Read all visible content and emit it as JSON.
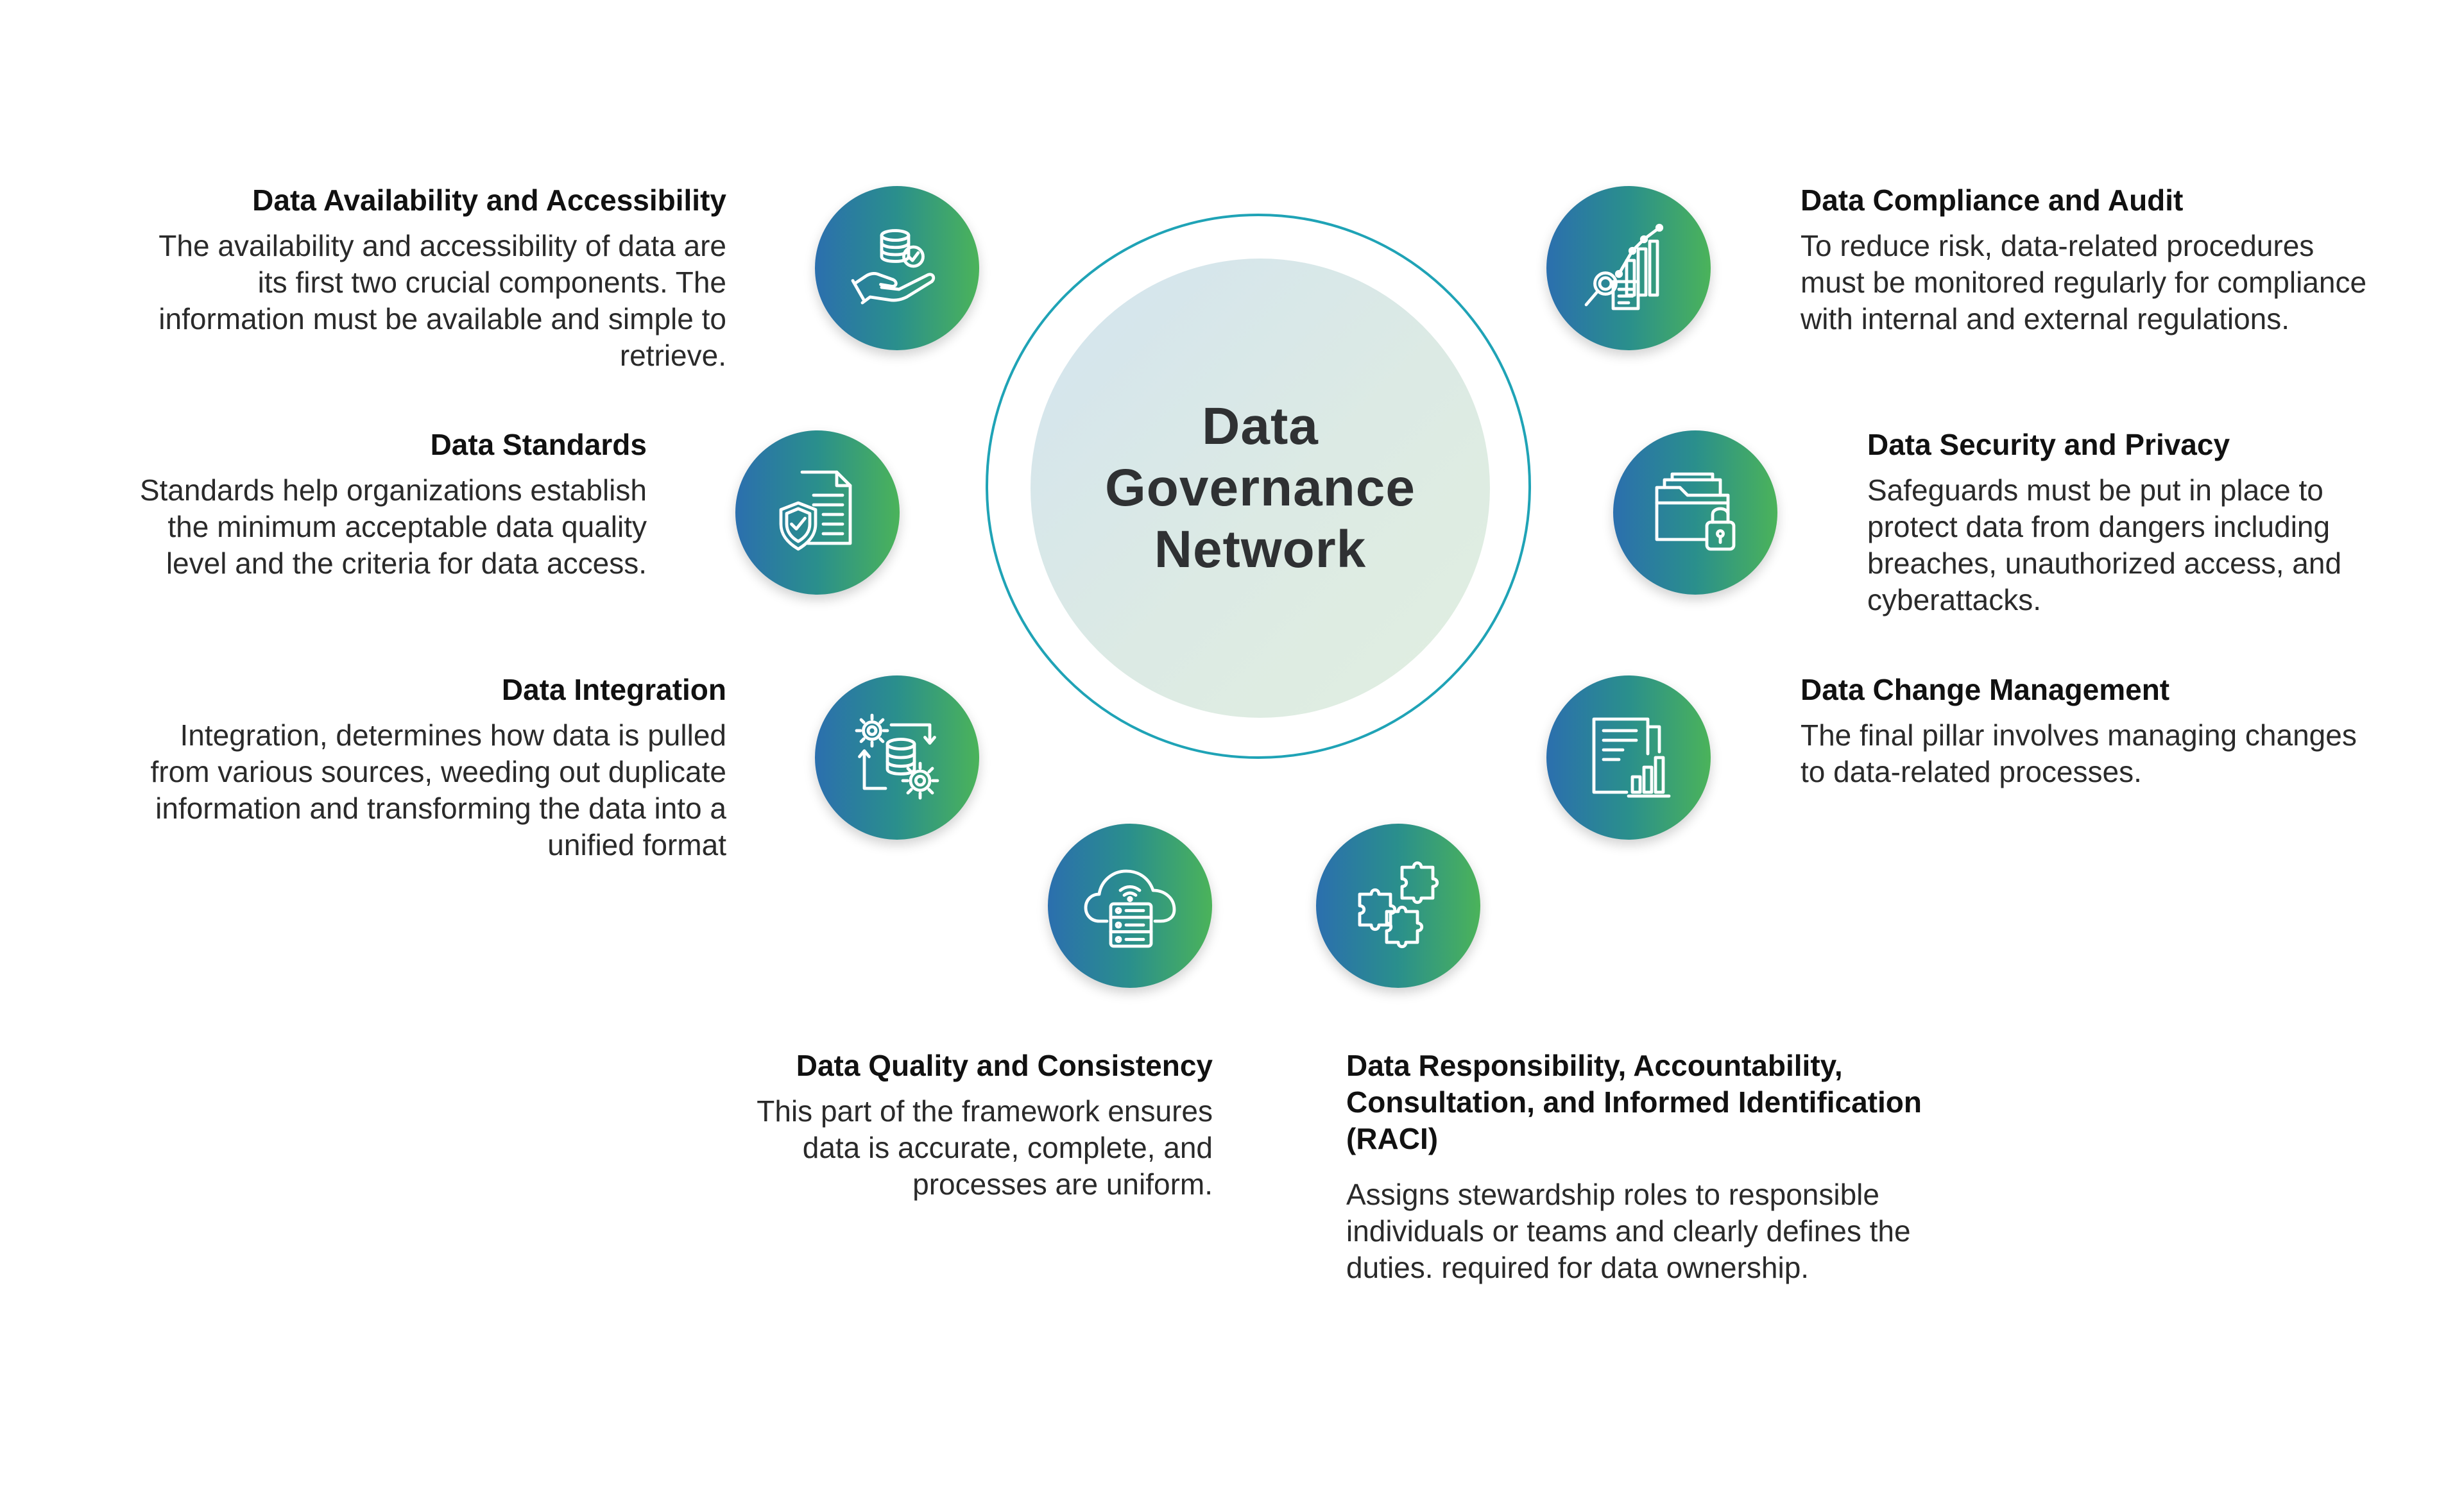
{
  "hub": {
    "title": "Data\nGovernance\nNetwork"
  },
  "colors": {
    "ring": "#1fa3b6",
    "node_gradient_start": "#2b6fae",
    "node_gradient_end": "#4bb35a",
    "hub_fill": "#dbe8e8"
  },
  "pillars": [
    {
      "title": "Data Availability and Accessibility",
      "text": "The availability and accessibility of data are its first two crucial components. The information must be available and simple to retrieve.",
      "icon": "hand-database-icon"
    },
    {
      "title": "Data Standards",
      "text": "Standards help organizations establish the minimum acceptable data quality level and the criteria for data access.",
      "icon": "document-shield-icon"
    },
    {
      "title": "Data Integration",
      "text": "Integration, determines how data is pulled from various sources, weeding out duplicate information and transforming the data into a unified format",
      "icon": "database-gears-icon"
    },
    {
      "title": "Data Quality and Consistency",
      "text": "This part of the framework ensures data is accurate, complete, and processes are uniform.",
      "icon": "cloud-server-icon"
    },
    {
      "title": "Data Responsibility, Accountability, Consultation, and Informed Identification (RACI)",
      "text": "Assigns stewardship roles to responsible individuals or teams and clearly defines the duties. required for data ownership.",
      "icon": "puzzle-icon"
    },
    {
      "title": "Data Change Management",
      "text": "The final pillar involves managing changes to data-related processes.",
      "icon": "report-chart-icon"
    },
    {
      "title": "Data Security and Privacy",
      "text": "Safeguards must be put in place to protect data from dangers including breaches, unauthorized access, and cyberattacks.",
      "icon": "folder-lock-icon"
    },
    {
      "title": "Data Compliance and Audit",
      "text": "To reduce risk, data-related procedures must be monitored regularly for compliance with internal and external regulations.",
      "icon": "audit-chart-icon"
    }
  ]
}
